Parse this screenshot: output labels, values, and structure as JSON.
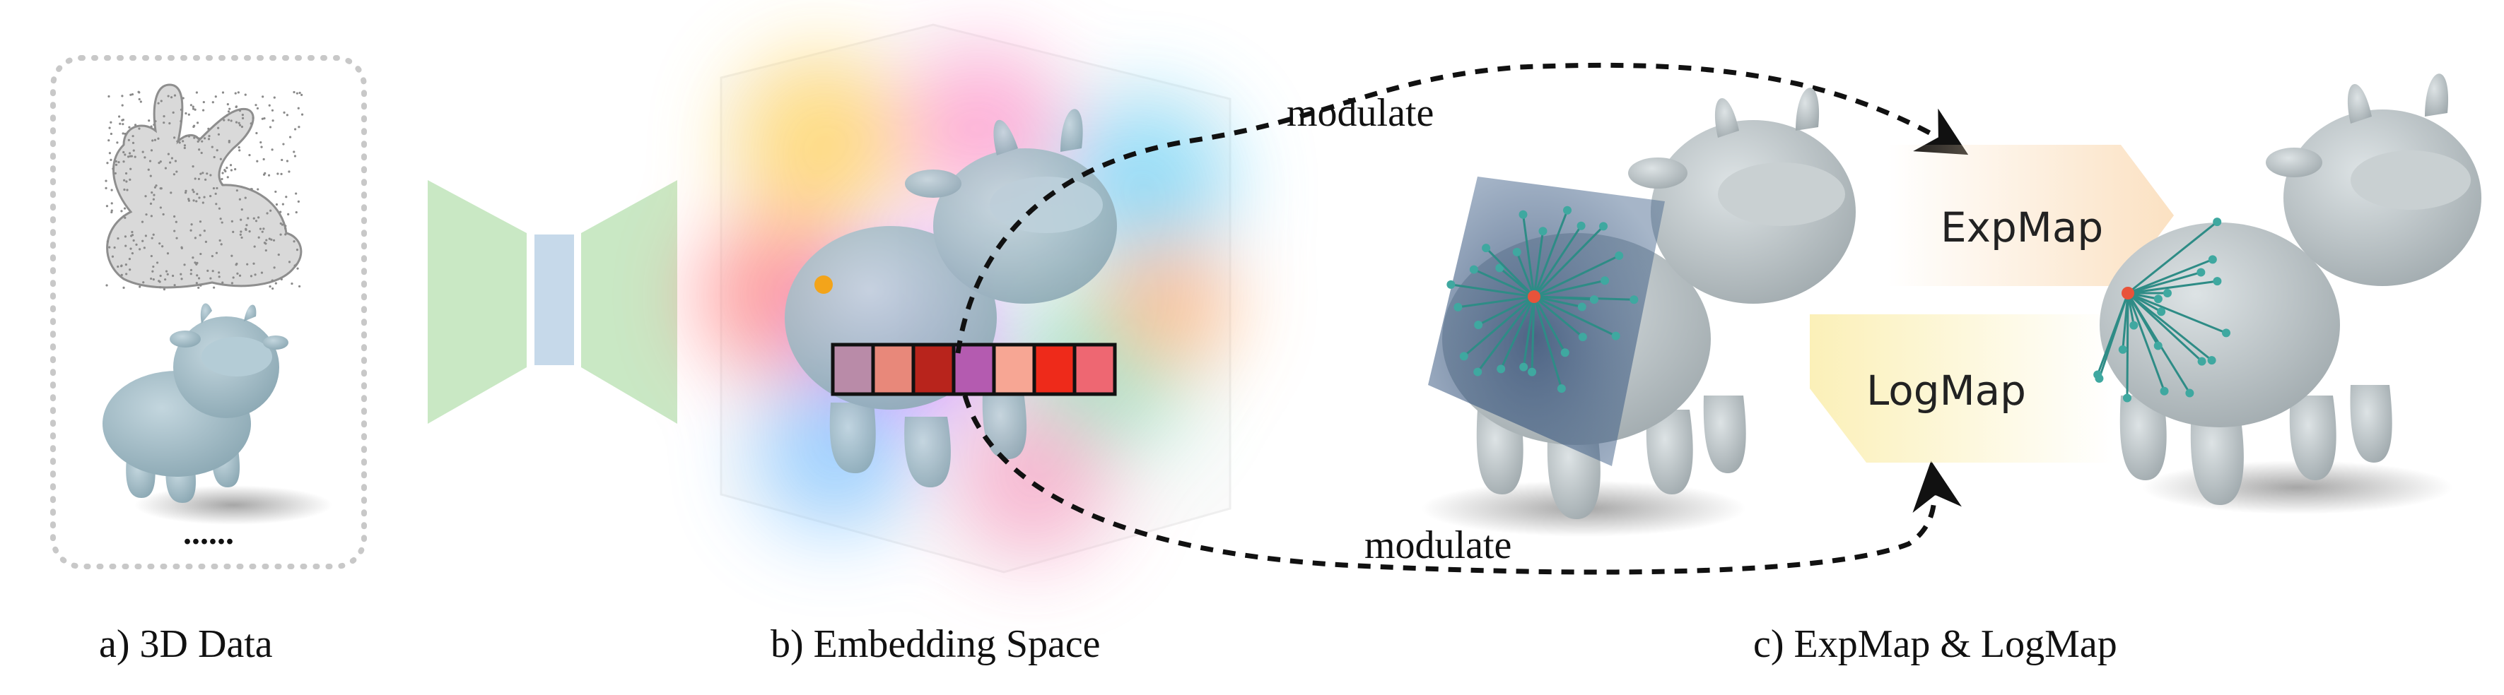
{
  "captions": {
    "a": "a) 3D Data",
    "b": "b) Embedding Space",
    "c": "c) ExpMap & LogMap"
  },
  "data_panel": {
    "more": "......"
  },
  "arrows": {
    "top_label": "modulate",
    "bottom_label": "modulate"
  },
  "maps": {
    "exp_label": "ExpMap",
    "log_label": "LogMap"
  },
  "embedding_vector": {
    "cell_colors": [
      "#B98BA8",
      "#E8887A",
      "#B8241C",
      "#B45BB0",
      "#F7A694",
      "#EE2A1A",
      "#EE6772"
    ]
  },
  "colors": {
    "network": "#C9E8C4",
    "bottleneck": "#C6D9EA",
    "mesh": "#A9BFC9",
    "gray_mesh": "#B9C1C4",
    "exp_fill": "#FBE1C2",
    "log_fill": "#FBF0B8",
    "point": "#F3A41A",
    "vectors": "#2E8C86"
  }
}
